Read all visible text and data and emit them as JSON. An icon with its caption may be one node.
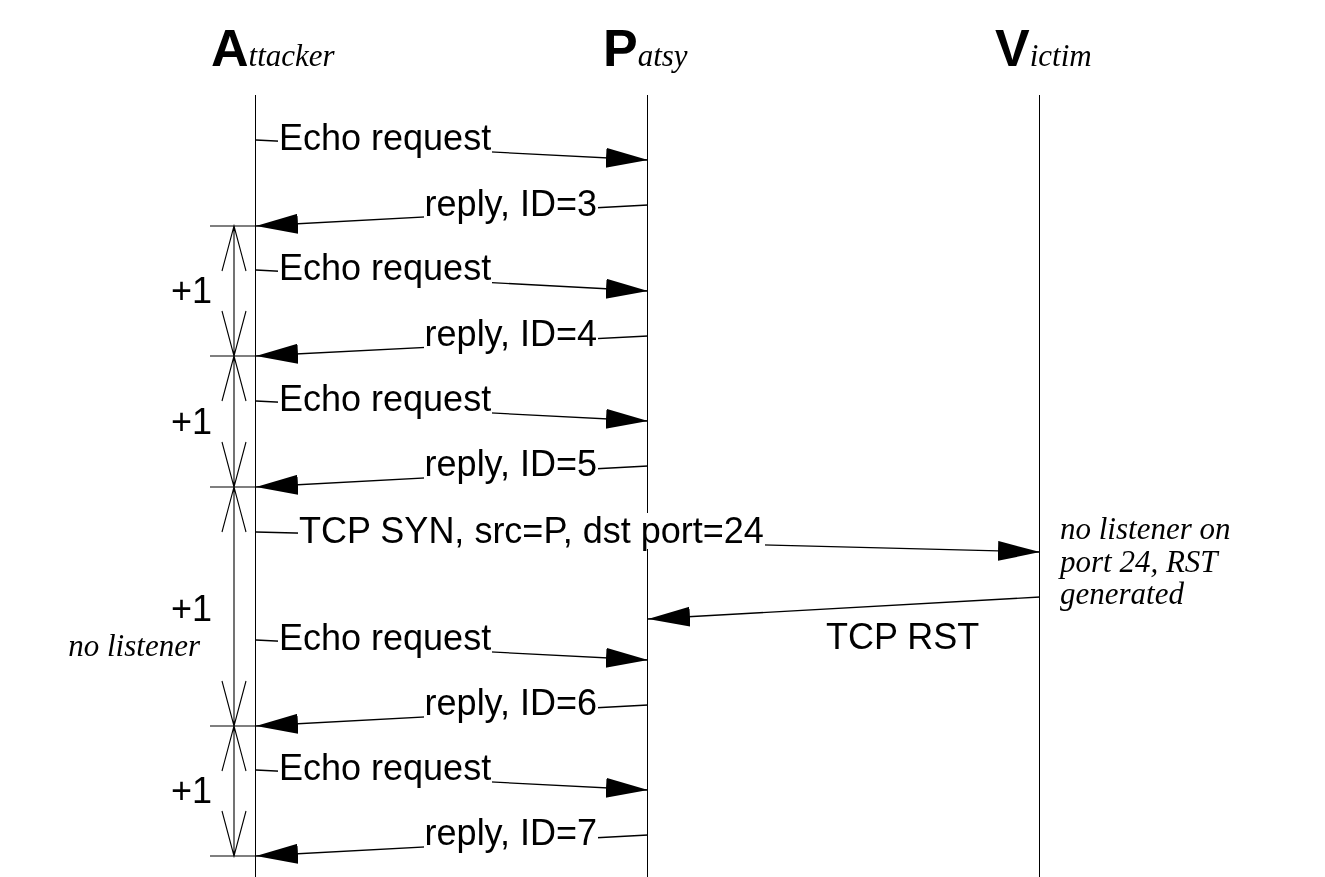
{
  "diagram": {
    "nodes": [
      {
        "text": [
          "Attacker"
        ]
      },
      {
        "text": [
          "Patsy"
        ]
      },
      {
        "text": [
          "Victim"
        ]
      }
    ],
    "edges": [
      {
        "from": 0,
        "to": 1,
        "arrow": "to",
        "label": "Echo request"
      },
      {
        "from": 1,
        "to": 0,
        "arrow": "to",
        "label": "reply, ID=3"
      },
      {
        "from": 0,
        "to": 1,
        "arrow": "to",
        "label": "Echo request"
      },
      {
        "from": 1,
        "to": 0,
        "arrow": "to",
        "label": "reply, ID=4"
      },
      {
        "from": 0,
        "to": 1,
        "arrow": "to",
        "label": "Echo request"
      },
      {
        "from": 1,
        "to": 0,
        "arrow": "to",
        "label": "reply, ID=5"
      },
      {
        "from": 0,
        "to": 2,
        "arrow": "to",
        "label": "TCP SYN, src=P, dst port=24"
      },
      {
        "from": 2,
        "to": 1,
        "arrow": "to",
        "label": "TCP RST"
      },
      {
        "from": 0,
        "to": 1,
        "arrow": "to",
        "label": "Echo request"
      },
      {
        "from": 1,
        "to": 0,
        "arrow": "to",
        "label": "reply, ID=6"
      },
      {
        "from": 0,
        "to": 1,
        "arrow": "to",
        "label": "Echo request"
      },
      {
        "from": 1,
        "to": 0,
        "arrow": "to",
        "label": "reply, ID=7"
      }
    ],
    "labels": [
      "+1",
      "+1",
      "no listener on port 24, RST generated",
      "+1",
      "no listener",
      "+1"
    ]
  }
}
